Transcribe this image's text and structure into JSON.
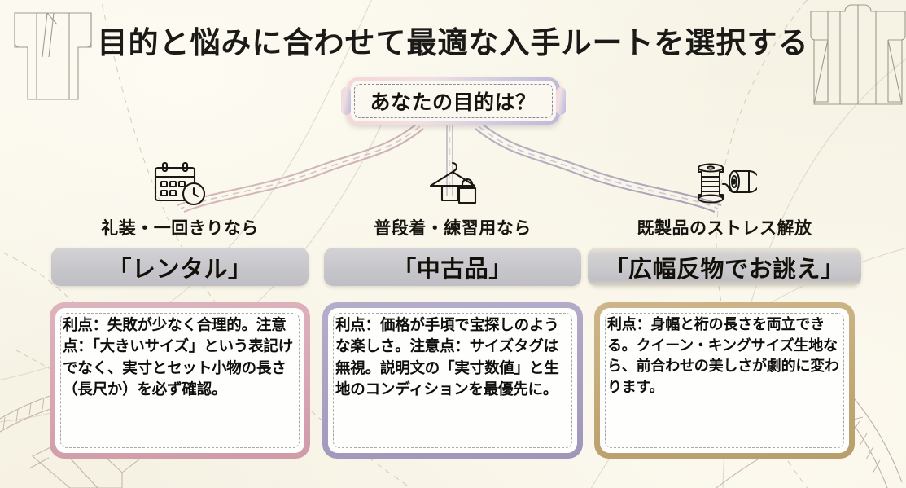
{
  "title": "目的と悩みに合わせて最適な入手ルートを選択する",
  "question": {
    "text": "あなたの目的は？"
  },
  "colors": {
    "background": "#f6f2e4",
    "title_text": "#1c1a16",
    "pill_gray": "#c7c6cb",
    "card_border_rental": "#d8a8b3",
    "card_border_used": "#aba1c3",
    "card_border_fabric": "#c3aa78",
    "question_gradient_start": "#f6d7d9",
    "question_gradient_end": "#bfb8d6",
    "deco_line": "#cbb8b4"
  },
  "columns": [
    {
      "icon": "calendar-clock-icon",
      "label": "礼装・一回きりなら",
      "option": "「レンタル」",
      "description": "利点：失敗が少なく合理的。注意点：「大きいサイズ」という表記けでなく、実寸とセット小物の長さ（長尺か）を必ず確認。"
    },
    {
      "icon": "hanger-bag-icon",
      "label": "普段着・練習用なら",
      "option": "「中古品」",
      "description": "利点：価格が手頃で宝探しのような楽しさ。注意点：サイズタグは無視。説明文の「実寸数値」と生地のコンディションを最優先に。"
    },
    {
      "icon": "thread-spool-fabric-roll-icon",
      "label": "既製品のストレス解放",
      "option": "「広幅反物でお誂え」",
      "description": "利点：身幅と裄の長さを両立できる。クイーン・キングサイズ生地なら、前合わせの美しさが劇的に変わります。"
    }
  ],
  "decorations": [
    {
      "name": "kimono-front-illustration",
      "position": "top-left"
    },
    {
      "name": "kimono-back-illustration",
      "position": "top-right"
    },
    {
      "name": "measuring-tape-illustration",
      "position": "bottom-right"
    },
    {
      "name": "measuring-tape-illustration",
      "position": "bottom-left"
    },
    {
      "name": "folded-kimono-illustration",
      "position": "bottom-left"
    }
  ]
}
